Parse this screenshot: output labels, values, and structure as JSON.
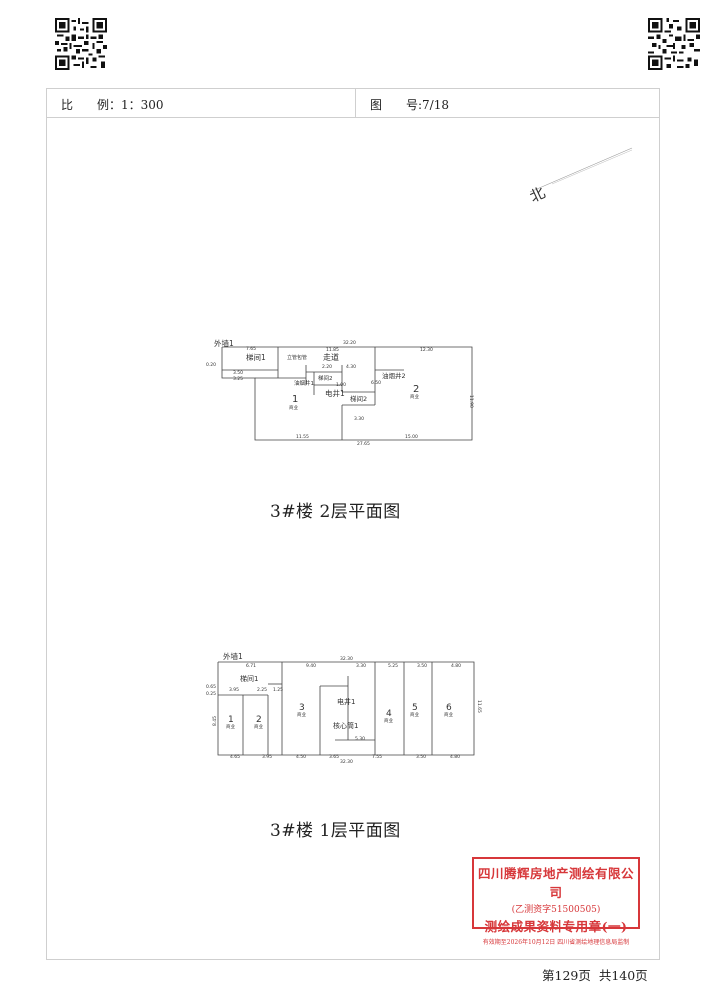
{
  "header": {
    "scale_label": "比　　例：",
    "scale_value": "1：300",
    "sheet_label": "图　　号:",
    "sheet_value": "7/18"
  },
  "north": {
    "label": "北"
  },
  "plan_2f": {
    "title": "3#楼 2层平面图",
    "labels": {
      "outer_wall": "外墙1",
      "stair1": "梯间1",
      "pipe_well": "立管包管",
      "corridor": "走道",
      "stair2": "梯间2",
      "elec_well": "电井1",
      "stair2b": "梯间2",
      "smoke_well1": "油烟井1",
      "smoke_well2": "油烟井2",
      "unit1": "1",
      "unit2": "2",
      "shop": "商业"
    },
    "dims": {
      "top_total": "32.20",
      "top_a": "7.65",
      "top_b": "11.85",
      "top_c": "12.30",
      "bottom_total": "27.65",
      "bottom_a": "11.55",
      "bottom_b": "15.00",
      "right": "11.90",
      "inner_a": "3.50",
      "inner_b": "3.25",
      "inner_c": "2.20",
      "inner_d": "4.30",
      "inner_e": "3.30",
      "inner_f": "1.00",
      "inner_g": "6.50",
      "inner_h": "0.20"
    }
  },
  "plan_1f": {
    "title": "3#楼 1层平面图",
    "labels": {
      "outer_wall": "外墙1",
      "stair1": "梯间1",
      "elec_well": "电井1",
      "core": "核心筒1",
      "u1": "1",
      "u2": "2",
      "u3": "3",
      "u4": "4",
      "u5": "5",
      "u6": "6",
      "shop": "商业"
    },
    "dims": {
      "top_total": "32.30",
      "top_a": "6.71",
      "top_b": "9.40",
      "top_c": "3.30",
      "top_d": "5.25",
      "top_e": "3.50",
      "top_f": "4.80",
      "bottom_total": "32.30",
      "bottom_a": "4.65",
      "bottom_b": "3.95",
      "bottom_c": "4.50",
      "bottom_d": "3.65",
      "bottom_e": "7.55",
      "bottom_f": "3.50",
      "bottom_g": "4.80",
      "left": "8.45",
      "inner_a": "3.95",
      "inner_b": "2.25",
      "inner_c": "1.25",
      "inner_d": "11.65",
      "inner_e": "5.30",
      "inner_f": "0.25",
      "inner_g": "0.65"
    }
  },
  "seal": {
    "company": "四川腾辉房地产测绘有限公司",
    "license": "(乙测资字51500505)",
    "purpose": "测绘成果资料专用章(一)",
    "validity": "有效期至2026年10月12日  四川省测绘地理信息局监制",
    "color": "#d7373a"
  },
  "footer": {
    "page": "第129页",
    "total": "共140页"
  }
}
